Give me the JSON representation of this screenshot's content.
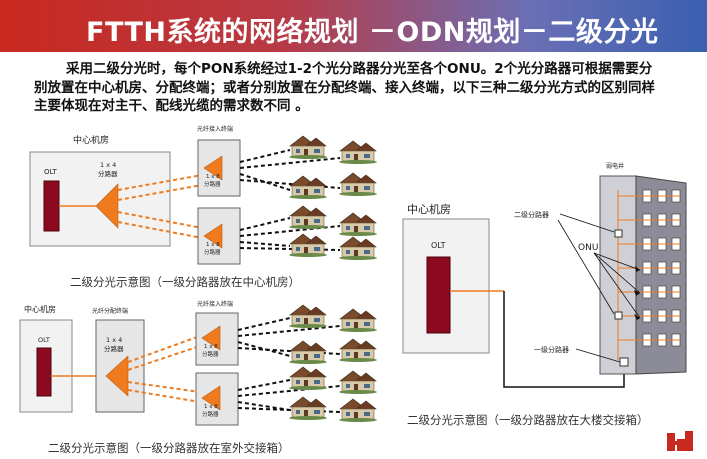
{
  "header": {
    "title": "FTTH系统的网络规划 －ODN规划－二级分光"
  },
  "intro_text": "采用二级分光时，每个PON系统经过1-2个光分路器分光至各个ONU。2个光分路器可根据需要分别放置在中心机房、分配终端；或者分别放置在分配终端、接入终端，以下三种二级分光方式的区别同样主要体现在对主干、配线光缆的需求数不同 。",
  "diagram1": {
    "room_label": "中心机房",
    "box_label": "光纤接入终端",
    "olt": "OLT",
    "splitter_main_ratio": "1 x 4",
    "splitter_main_name": "分路器",
    "splitter_sub_ratio": "1 x 8",
    "splitter_sub_name": "分路器",
    "caption": "二级分光示意图（一级分路器放在中心机房）"
  },
  "diagram2": {
    "room_label": "中心机房",
    "dist_label": "光纤分配终端",
    "box_label": "光纤接入终端",
    "olt": "OLT",
    "splitter_main_ratio": "1 x 4",
    "splitter_main_name": "分路器",
    "splitter_sub_ratio": "1 x 8",
    "splitter_sub_name": "分路器",
    "caption": "二级分光示意图（一级分路器放在室外交接箱）"
  },
  "diagram3": {
    "room_label": "中心机房",
    "olt": "OLT",
    "shaft_label": "弱电井",
    "second_splitter": "二级分路器",
    "onu": "ONU",
    "first_splitter": "一级分路器",
    "caption": "二级分光示意图（一级分路器放在大楼交接箱）"
  },
  "colors": {
    "accent": "#f07b1e",
    "olt": "#8c0a1e",
    "title_start": "#c8281e",
    "title_end": "#3a5fb0"
  },
  "icons": [
    "house-icon",
    "splitter-icon",
    "logo-icon"
  ]
}
